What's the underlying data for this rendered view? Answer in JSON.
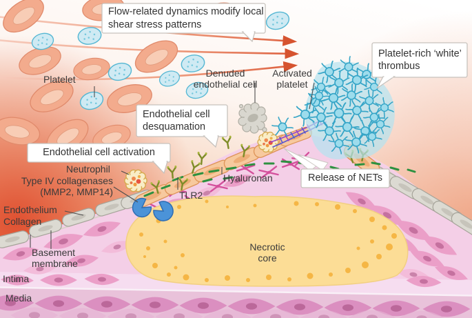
{
  "figure": {
    "labels": {
      "flow_note": "Flow-related dynamics modify local shear stress patterns",
      "platelet": "Platelet",
      "denuded_endothelial_cell": "Denuded endothelial cell",
      "activated_platelet": "Activated platelet",
      "white_thrombus": "Platelet-rich ‘white’ thrombus",
      "desquamation": "Endothelial cell desquamation",
      "activation": "Endothelial cell activation",
      "neutrophil": "Neutrophil",
      "collagenases": "Type IV collagenases (MMP2, MMP14)",
      "endothelium": "Endothelium",
      "collagen": "Collagen",
      "basement_membrane": "Basement membrane",
      "intima": "Intima",
      "media": "Media",
      "tlr2": "TLR2",
      "hyaluronan": "Hyaluronan",
      "release_of_nets": "Release of NETs",
      "necrotic_core": "Necrotic core"
    },
    "palette": {
      "background": "#ffffff",
      "lumen_deep_red": "#e0482a",
      "red_blood_cell": "#f2a184",
      "platelet_fill": "#cfeaf3",
      "platelet_outline": "#55b7d3",
      "thrombus_platelet": "#9ddcec",
      "endothelium_grey": "#dcdad2",
      "endothelium_activated": "#f7c99e",
      "neutrophil": "#f9edc6",
      "neutrophil_granule": "#e8543f",
      "necrotic_core": "#fcdd96",
      "core_dots": "#f5b23d",
      "intima": "#f4cfe7",
      "intima_cell": "#eb9fc8",
      "media": "#e9c2da",
      "media_cell": "#db8fc0",
      "hyaluronan_green": "#2d9140",
      "tlr2_olive": "#7e8c28",
      "mmp_blue": "#4b93d8",
      "nets_purple": "#7b4fd0",
      "flow_arrow": "#dd5e3c",
      "label_box_border": "#c7c2bd",
      "label_text": "#3a3a3a"
    }
  }
}
